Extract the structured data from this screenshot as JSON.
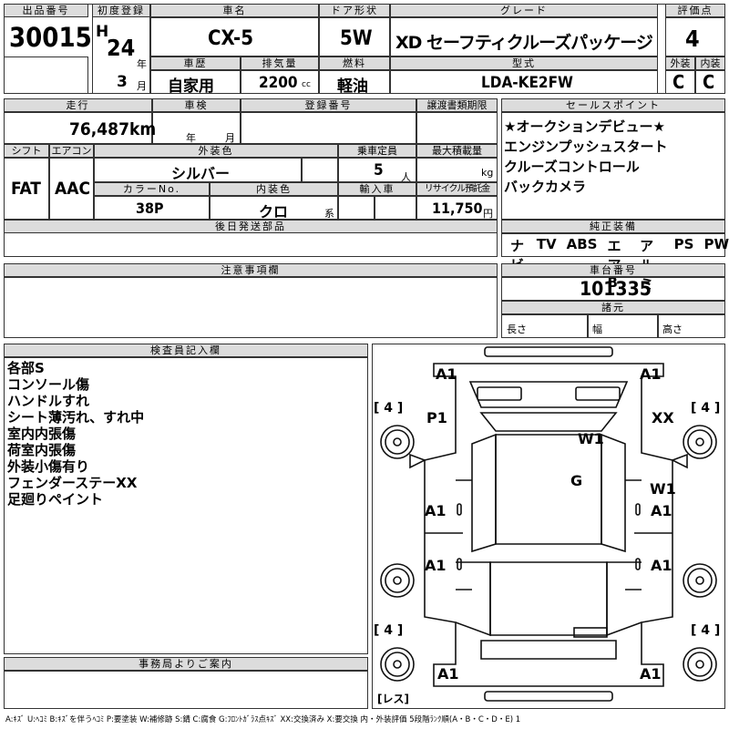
{
  "header": {
    "lot_label": "出品番号",
    "lot_no": "30015",
    "first_reg_label": "初度登録",
    "era": "H",
    "year": "24",
    "year_unit": "年",
    "month": "3",
    "month_unit": "月",
    "model_label": "車名",
    "model": "CX-5",
    "door_label": "ドア形状",
    "door": "5W",
    "grade_label": "グレード",
    "grade": "XD セーフティクルーズパッケージ",
    "score_label": "評価点",
    "score": "4",
    "history_label": "車歴",
    "history": "自家用",
    "displacement_label": "排気量",
    "displacement": "2200",
    "displacement_unit": "cc",
    "fuel_label": "燃料",
    "fuel": "軽油",
    "type_label": "型式",
    "type_code": "LDA-KE2FW",
    "exterior_label": "外装",
    "exterior": "C",
    "interior_label": "内装",
    "interior": "C"
  },
  "specs": {
    "mileage_label": "走行",
    "mileage": "76,487",
    "mileage_unit": "km",
    "inspection_label": "車検",
    "inspection_year_unit": "年",
    "inspection_month_unit": "月",
    "plate_label": "登録番号",
    "transfer_label": "譲渡書類期限",
    "shift_label": "シフト",
    "shift": "FAT",
    "ac_label": "エアコン",
    "ac": "AAC",
    "color_label": "外装色",
    "color": "シルバー",
    "seats_label": "乗車定員",
    "seats": "5",
    "seats_unit": "人",
    "load_label": "最大積載量",
    "load_unit": "kg",
    "color_no_label": "カラーNo.",
    "color_no": "38P",
    "interior_color_label": "内装色",
    "interior_color": "クロ",
    "interior_color_unit": "系",
    "import_label": "輸入車",
    "recycle_label": "リサイクル預託金",
    "recycle": "11,750",
    "recycle_unit": "円",
    "later_parts_label": "後日発送部品"
  },
  "selling_points": {
    "items": [
      "★オークションデビュー★",
      "エンジンプッシュスタート",
      "クルーズコントロール",
      "バックカメラ"
    ]
  },
  "equipment": {
    "label": "純正装備",
    "items": [
      "ナビ",
      "TV",
      "ABS",
      "エアB",
      "アルミ",
      "PS",
      "PW"
    ]
  },
  "chassis": {
    "label": "車台番号",
    "number": "101335",
    "specs_label": "諸元",
    "length_label": "長さ",
    "width_label": "幅",
    "height_label": "高さ"
  },
  "notes": {
    "label": "注意事項欄"
  },
  "inspector": {
    "label": "検査員記入欄",
    "lines": [
      "各部S",
      "コンソール傷",
      "ハンドルすれ",
      "シート薄汚れ、すれ中",
      "室内内張傷",
      "荷室内張傷",
      "外装小傷有り",
      "フェンダーステーXX",
      "足廻りペイント"
    ]
  },
  "office": {
    "label": "事務局よりご案内"
  },
  "diagram": {
    "tire_tread": "4",
    "tire_label": "レス",
    "marks": {
      "front_left": "A1",
      "front_right": "A1",
      "p1": "P1",
      "xx": "XX",
      "w1_top": "W1",
      "g": "G",
      "w1_side": "W1",
      "left_front_door": "A1",
      "right_front_door": "A1",
      "left_rear_door": "A1",
      "right_rear_door": "A1",
      "rear_left": "A1",
      "rear_right": "A1"
    }
  },
  "legend": "A:ｷｽﾞ U:ﾍｺﾐ B:ｷｽﾞを伴うﾍｺﾐ P:要塗装 W:補修跡 S:錆 C:腐食 G:ﾌﾛﾝﾄｶﾞﾗｽ点ｷｽﾞ XX:交換済み X:要交換 内・外装評価 5段階ﾗﾝｸ順(A・B・C・D・E) 1"
}
